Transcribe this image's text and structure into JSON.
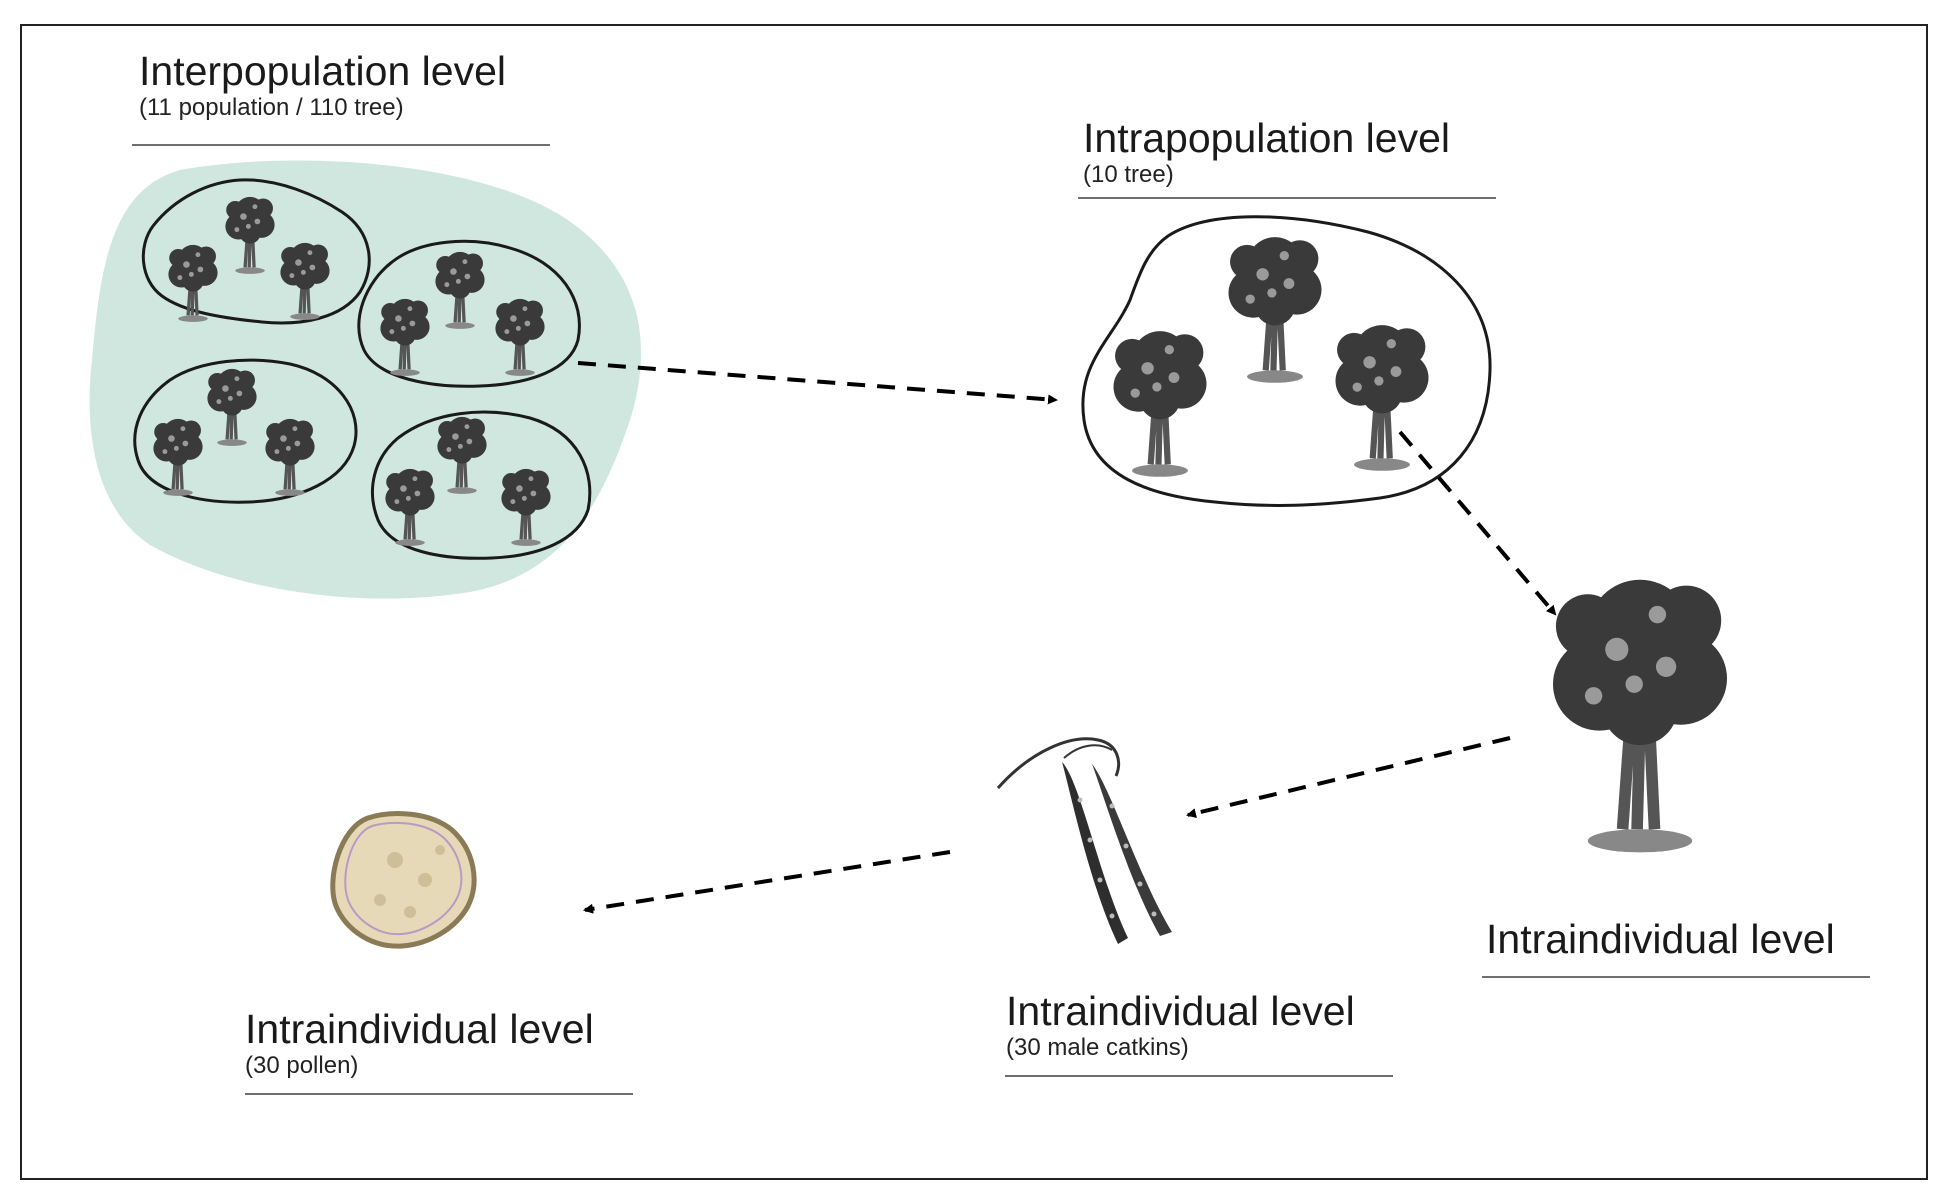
{
  "labels": {
    "interpopulation": {
      "title": "Interpopulation level",
      "subtitle": "(11 population / 110 tree)"
    },
    "intrapopulation": {
      "title": "Intrapopulation level",
      "subtitle": "(10 tree)"
    },
    "intraindividual_tree": {
      "title": "Intraindividual level"
    },
    "intraindividual_catkins": {
      "title": "Intraindividual level",
      "subtitle": "(30 male catkins)"
    },
    "intraindividual_pollen": {
      "title": "Intraindividual level",
      "subtitle": "(30 pollen)"
    }
  },
  "colors": {
    "region_fill": "#cfe7de",
    "outline": "#1a1a1a",
    "tree_foliage": "#3a3a3a",
    "pollen_fill": "#e6d9b8",
    "rule": "#6e6e6e"
  },
  "icons": {
    "population_region": "population-cluster",
    "tree": "tree-icon",
    "catkin": "catkin-icon",
    "pollen": "pollen-grain-icon",
    "arrow": "dashed-arrow"
  }
}
